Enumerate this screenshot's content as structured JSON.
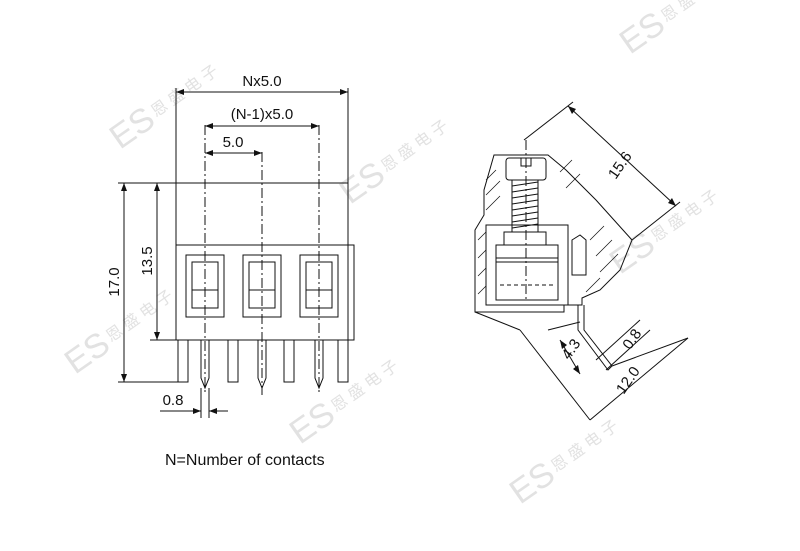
{
  "front_view": {
    "dim_total_width": "Nx5.0",
    "dim_outer_pitch": "(N-1)x5.0",
    "dim_pitch": "5.0",
    "dim_total_height": "17.0",
    "dim_body_height": "13.5",
    "dim_pin_width": "0.8"
  },
  "side_view": {
    "dim_length": "15.6",
    "dim_pin_offset": "4.3",
    "dim_pin_width": "0.8",
    "dim_pin_spacing": "12.0"
  },
  "caption": "N=Number of contacts",
  "watermark": {
    "logo": "ES",
    "text": "恩 盛 电 子"
  },
  "colors": {
    "line": "#111111",
    "watermark": "#e2e2e2"
  }
}
